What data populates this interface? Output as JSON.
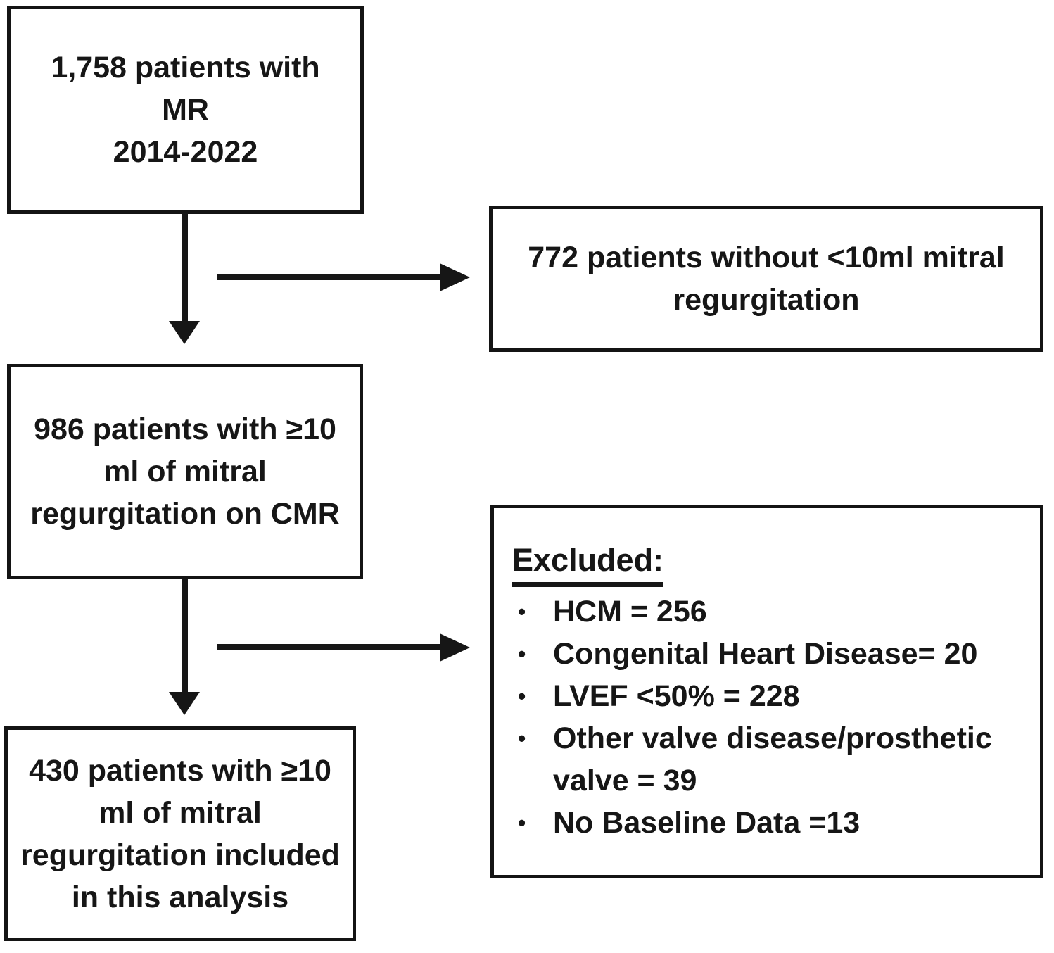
{
  "diagram": {
    "colors": {
      "border": "#141414",
      "text": "#161616",
      "background": "#ffffff"
    },
    "boxes": {
      "total": {
        "lines": [
          "1,758 patients with",
          "MR",
          "2014-2022"
        ]
      },
      "without": {
        "lines": [
          "772 patients without <10ml mitral",
          "regurgitation"
        ]
      },
      "cmr": {
        "lines": [
          "986 patients with ≥10",
          "ml of mitral",
          "regurgitation on CMR"
        ]
      },
      "excluded": {
        "title": "Excluded:",
        "bullet": "•",
        "items": [
          "HCM = 256",
          "Congenital Heart Disease= 20",
          "LVEF <50% = 228",
          "Other valve disease/prosthetic valve = 39",
          "No Baseline Data =13"
        ]
      },
      "included": {
        "lines": [
          "430 patients with ≥10",
          "ml of mitral",
          "regurgitation included",
          "in this analysis"
        ]
      }
    }
  }
}
